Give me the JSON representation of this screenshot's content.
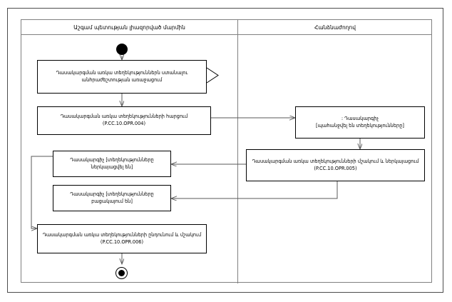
{
  "diagram": {
    "type": "uml-activity-diagram",
    "lanes": [
      {
        "id": "lane-left",
        "label": "Աշգամ պետության լիազորված մարմին"
      },
      {
        "id": "lane-right",
        "label": "Հանձնաժողով"
      }
    ],
    "nodes": [
      {
        "id": "start",
        "kind": "initial-node",
        "lane": "lane-left"
      },
      {
        "id": "need-arises",
        "kind": "action",
        "lane": "lane-left",
        "line1": "Դասակարգման առկա տեղեկություններն ստանալու",
        "line2": "անհրաժեշտության առաջացում"
      },
      {
        "id": "request-info",
        "kind": "action",
        "lane": "lane-left",
        "line1": "Դասակարգման առկա տեղեկությունների հարցում",
        "line2": "(P.CC.10.OPR.004)"
      },
      {
        "id": "classifier-requested",
        "kind": "object-state",
        "lane": "lane-right",
        "line1": ": Դասակարգիչ",
        "line2": "[պահանջվել են տեղեկությունները]"
      },
      {
        "id": "process-and-present",
        "kind": "action",
        "lane": "lane-right",
        "line1": "Դասակարգման առկա տեղեկությունների մշակում և ներկայացում",
        "line2": "(P.CC.10.OPR.005)"
      },
      {
        "id": "classifier-presented",
        "kind": "object-state",
        "lane": "lane-left",
        "line1": "Դասակարգիչ [տեղեկությունները",
        "line2": "ներկայացվել են]"
      },
      {
        "id": "classifier-absent",
        "kind": "object-state",
        "lane": "lane-left",
        "line1": "Դասակարգիչ [տեղեկությունները",
        "line2": "բացակայում են]"
      },
      {
        "id": "receive-and-process",
        "kind": "action",
        "lane": "lane-left",
        "line1": "Դասակարգման առկա տեղեկությունների ընդունում և մշակում",
        "line2": "(P.CC.10.OPR.006)"
      },
      {
        "id": "end",
        "kind": "final-node",
        "lane": "lane-left"
      }
    ],
    "colors": {
      "stroke": "#000000",
      "lane_stroke": "#808080",
      "frame_stroke": "#4d4d4d",
      "wire": "#595959",
      "background": "#ffffff"
    }
  }
}
